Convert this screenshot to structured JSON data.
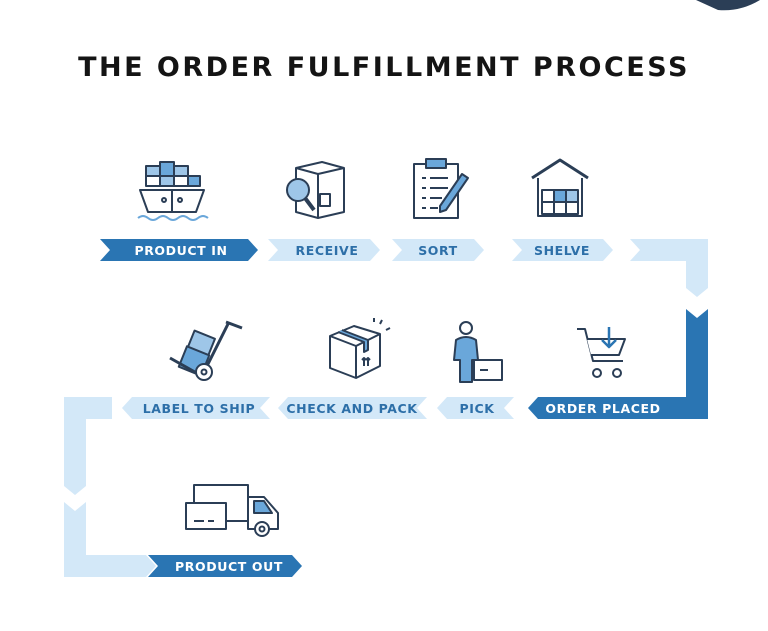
{
  "title": "THE ORDER FULFILLMENT PROCESS",
  "colors": {
    "dark": "#2a75b3",
    "light": "#d3e8f8",
    "dark_text": "#ffffff",
    "light_text": "#2d6fa8",
    "icon_stroke": "#2b3e56",
    "icon_fill": "#6aa7da"
  },
  "steps": [
    {
      "id": "product-in",
      "label": "PRODUCT IN",
      "icon": "cargo-ship-icon",
      "style": "dark"
    },
    {
      "id": "receive",
      "label": "RECEIVE",
      "icon": "inspect-box-icon",
      "style": "light"
    },
    {
      "id": "sort",
      "label": "SORT",
      "icon": "clipboard-icon",
      "style": "light"
    },
    {
      "id": "shelve",
      "label": "SHELVE",
      "icon": "warehouse-icon",
      "style": "light"
    },
    {
      "id": "order-placed",
      "label": "ORDER PLACED",
      "icon": "shopping-cart-icon",
      "style": "dark"
    },
    {
      "id": "pick",
      "label": "PICK",
      "icon": "worker-box-icon",
      "style": "light"
    },
    {
      "id": "check-and-pack",
      "label": "CHECK AND PACK",
      "icon": "package-icon",
      "style": "light"
    },
    {
      "id": "label-to-ship",
      "label": "LABEL TO SHIP",
      "icon": "hand-truck-icon",
      "style": "light"
    },
    {
      "id": "product-out",
      "label": "PRODUCT OUT",
      "icon": "delivery-truck-icon",
      "style": "dark"
    }
  ]
}
